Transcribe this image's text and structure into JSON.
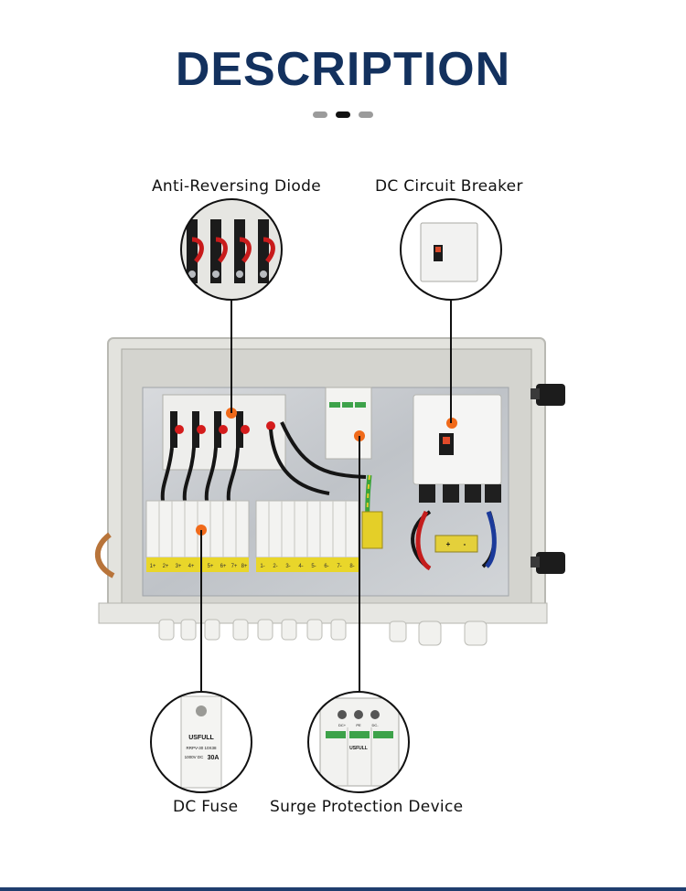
{
  "heading": "DESCRIPTION",
  "carousel": {
    "count": 3,
    "active_index": 1
  },
  "callouts": {
    "anti_reversing_diode": "Anti-Reversing Diode",
    "dc_circuit_breaker": "DC Circuit Breaker",
    "dc_fuse": "DC Fuse",
    "surge_protection_device": "Surge Protection Device"
  },
  "fuse_closeup": {
    "brand": "USFULL",
    "model": "RRPV-30 10X38",
    "voltage": "1000V DC",
    "rating": "30A"
  },
  "spd_closeup": {
    "brand": "USFULL",
    "terminals": [
      "DC+",
      "PE",
      "DC-"
    ]
  },
  "terminal_labels_left": [
    "1+",
    "2+",
    "3+",
    "4+",
    "5+",
    "6+",
    "7+",
    "8+"
  ],
  "terminal_labels_right": [
    "1-",
    "2-",
    "3-",
    "4-",
    "5-",
    "6-",
    "7-",
    "8-"
  ],
  "bus_labels": [
    "+",
    "-"
  ],
  "colors": {
    "heading": "#13315e",
    "marker": "#f06a1a",
    "enclosure": "#e8e8e4",
    "backplate": "#c9ccd0"
  }
}
